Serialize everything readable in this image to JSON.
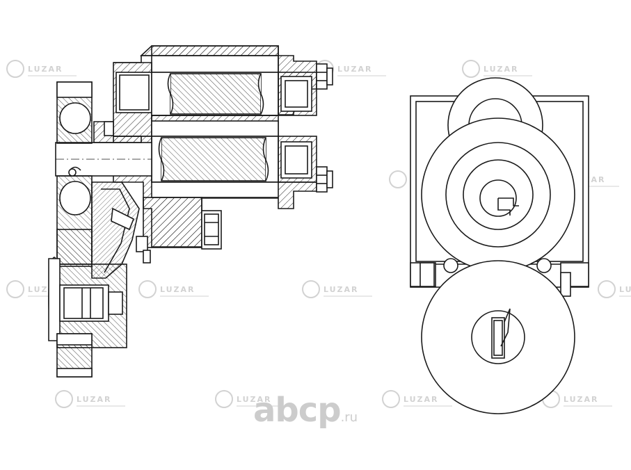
{
  "watermark": {
    "brand": "LUZAR",
    "color": "#d2d2d2"
  },
  "site_mark": {
    "name": "abcp",
    "tld": ".ru",
    "color": "#cccccc"
  },
  "drawing": {
    "line_color": "#1a1a1a",
    "hatch": "diagonal",
    "views": [
      "section-view",
      "end-view"
    ]
  }
}
